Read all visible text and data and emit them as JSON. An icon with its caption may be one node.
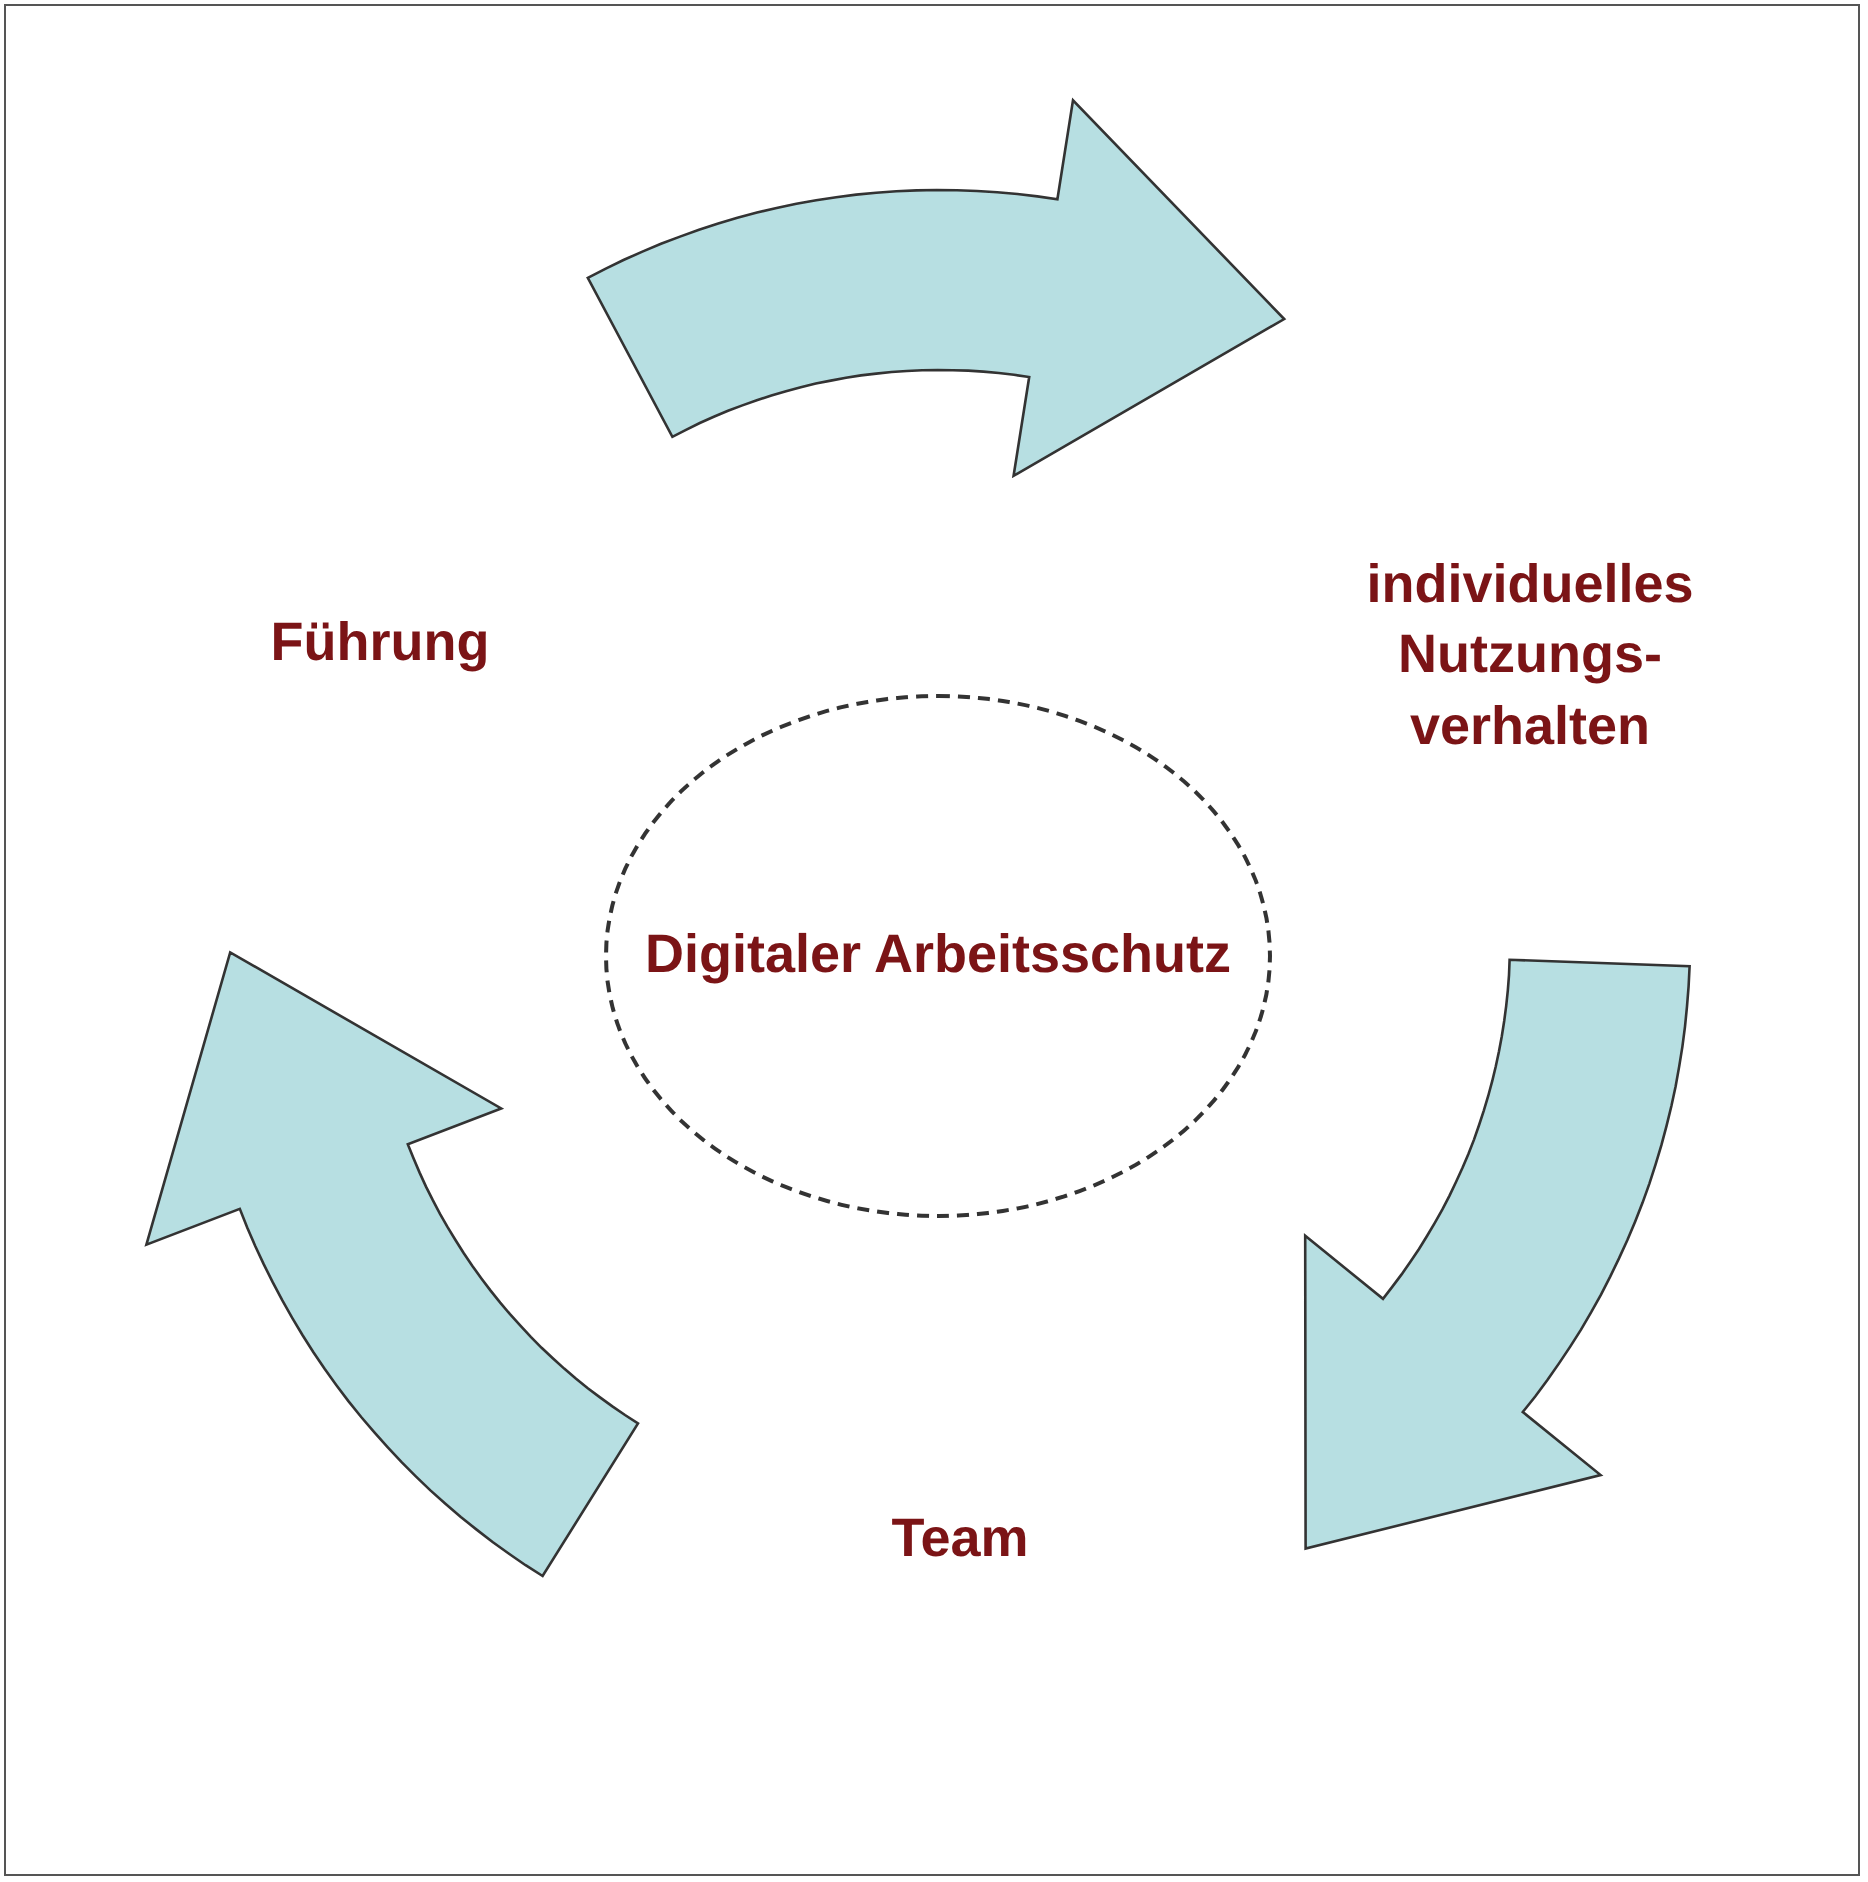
{
  "diagram": {
    "nodes": [
      {
        "text": [
          "Digitaler Arbeitsschutz"
        ]
      }
    ],
    "labels": [
      "Führung",
      "individuelles Nutzungs- verhalten",
      "Team"
    ]
  }
}
